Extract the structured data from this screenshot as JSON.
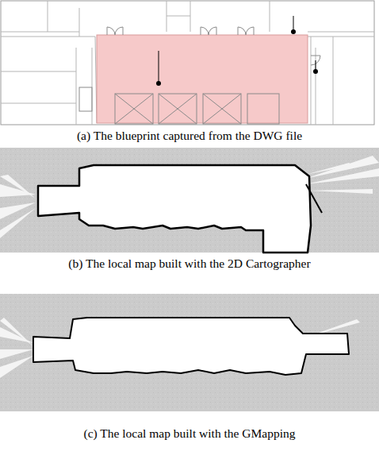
{
  "diagram": {
    "labels": [
      "(a) The blueprint captured from the DWG file",
      "(b) The local map built with the 2D Cartographer",
      "(c) The local map built with the GMapping"
    ]
  }
}
